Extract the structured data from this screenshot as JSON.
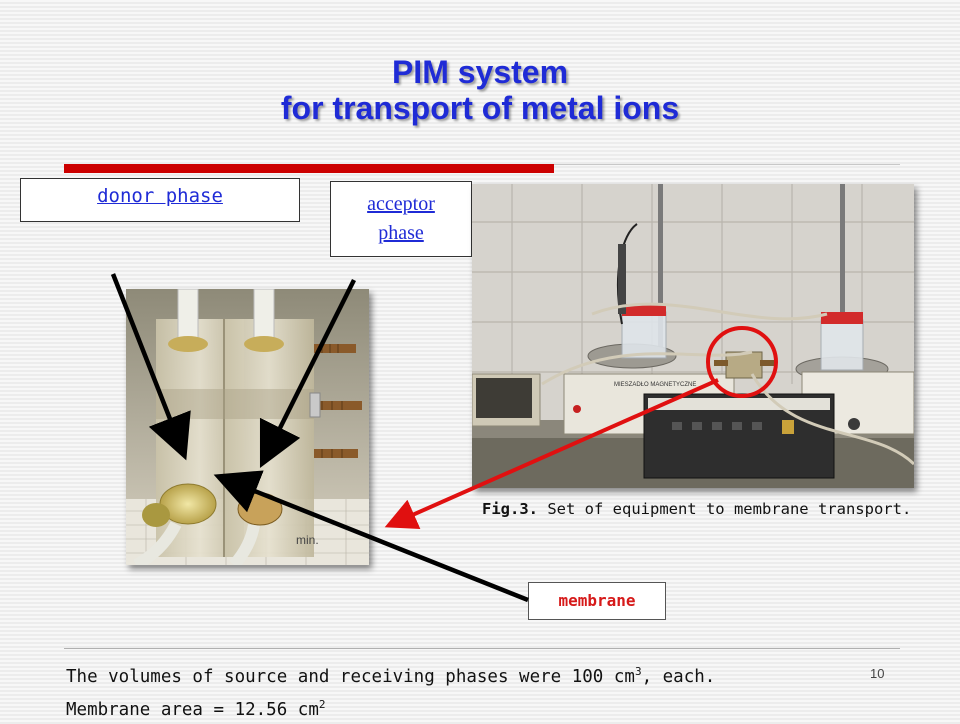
{
  "slide": {
    "title_line1": "PIM system",
    "title_line2": "for transport of metal ions",
    "page_number": "10"
  },
  "labels": {
    "donor": "donor phase",
    "acceptor_line1": "acceptor",
    "acceptor_line2": "phase",
    "membrane": "membrane"
  },
  "caption": {
    "prefix": "Fig.3.",
    "text": " Set of equipment to membrane transport."
  },
  "footnote": {
    "line1_part1": "The volumes of source and receiving phases were 100 cm",
    "line1_sup": "3",
    "line1_part2": ", each.",
    "line2_part1": "Membrane area = 12.56 cm",
    "line2_sup": "2"
  },
  "photo_text": {
    "stirrer_label": "MIESZADŁO MAGNETYCZNE"
  },
  "colors": {
    "title": "#1f2bd6",
    "accent_rule": "#cc0000",
    "label_link": "#1f2bd6",
    "membrane_label": "#d61a1a",
    "pointer_red": "#e01010",
    "pointer_black": "#000000"
  }
}
